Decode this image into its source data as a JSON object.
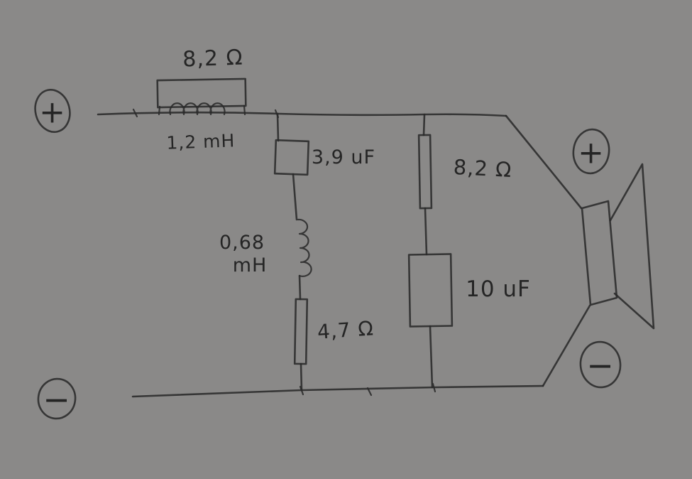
{
  "terminals": {
    "input_plus": {
      "label": "+"
    },
    "input_minus": {
      "label": "−"
    },
    "output_plus": {
      "label": "+"
    },
    "output_minus": {
      "label": "−"
    }
  },
  "components": {
    "series_resistor": {
      "value": "8,2 Ω"
    },
    "series_inductor": {
      "value": "1,2 mH"
    },
    "branch1_capacitor": {
      "value": "3,9 uF"
    },
    "branch1_inductor": {
      "value_line1": "0,68",
      "value_line2": "mH"
    },
    "branch1_resistor": {
      "value": "4,7 Ω"
    },
    "branch2_resistor": {
      "value": "8,2 Ω"
    },
    "branch2_capacitor": {
      "value": "10 uF"
    }
  }
}
